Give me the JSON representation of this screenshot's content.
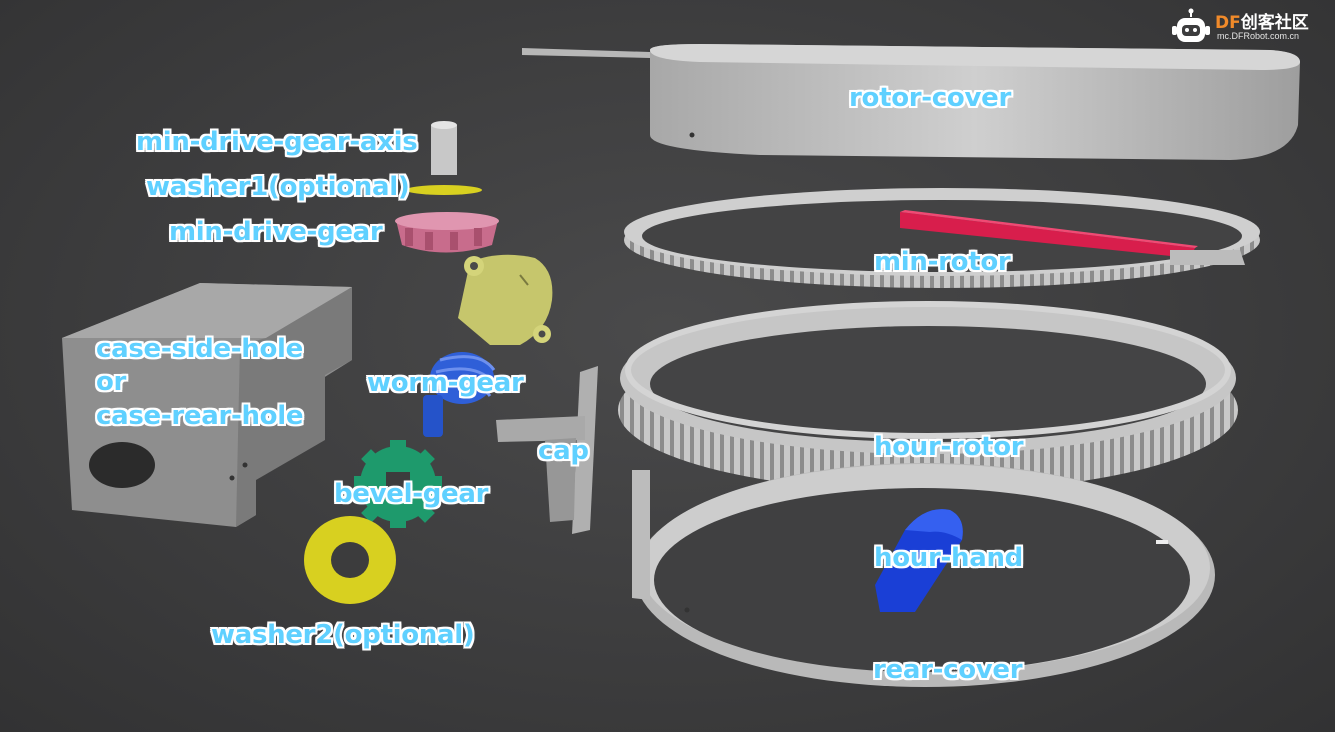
{
  "labels": {
    "rotor_cover": "rotor-cover",
    "min_drive_gear_axis": "min-drive-gear-axis",
    "washer1": "washer1(optional)",
    "min_drive_gear": "min-drive-gear",
    "min_rotor": "min-rotor",
    "case_side_hole": "case-side-hole",
    "or": "or",
    "case_rear_hole": "case-rear-hole",
    "worm_gear": "worm-gear",
    "cap": "cap",
    "hour_rotor": "hour-rotor",
    "bevel_gear": "bevel-gear",
    "hour_hand": "hour-hand",
    "washer2": "washer2(optional)",
    "rear_cover": "rear-cover"
  },
  "watermark": {
    "brand_prefix": "DF",
    "brand_rest": "创客社区",
    "url": "mc.DFRobot.com.cn"
  },
  "colors": {
    "background": "#3c3c3d",
    "label_text": "#5fd0ff",
    "label_outline": "#ffffff",
    "part_gray": "#bdbdbd",
    "min_rotor_red": "#d81e4c",
    "hour_hand_blue": "#1a3fd6",
    "worm_gear_blue": "#2f5fd8",
    "bevel_gear_green": "#1e9a6c",
    "washer_yellow": "#d8d020",
    "motor_yellow": "#c8c870",
    "min_drive_gear_pink": "#d77a9a",
    "brand_orange": "#f08a2a"
  }
}
